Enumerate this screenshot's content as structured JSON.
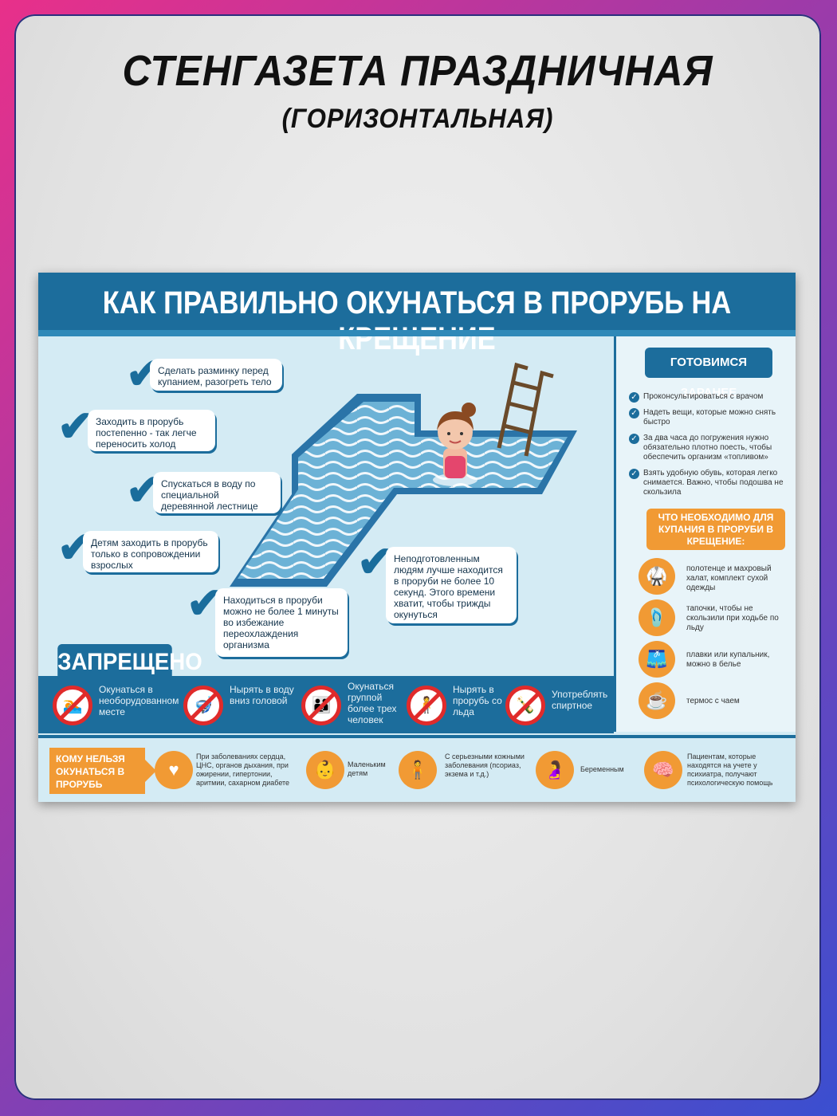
{
  "page": {
    "title": "СТЕНГАЗЕТА ПРАЗДНИЧНАЯ",
    "subtitle": "(ГОРИЗОНТАЛЬНАЯ)"
  },
  "poster": {
    "title": "КАК ПРАВИЛЬНО ОКУНАТЬСЯ В ПРОРУБЬ НА КРЕЩЕНИЕ",
    "steps": [
      {
        "text": "Сделать разминку перед купанием, разогреть тело"
      },
      {
        "text": "Заходить в прорубь постепенно - так легче переносить холод"
      },
      {
        "text": "Спускаться в воду по специальной деревянной лестнице"
      },
      {
        "text": "Детям заходить в прорубь только в сопровождении взрослых"
      },
      {
        "text": "Находиться в проруби можно не более 1 минуты во избежание переохлаждения организма"
      },
      {
        "text": "Неподготовленным людям лучше находится в проруби не более 10 секунд. Этого времени хватит, чтобы трижды окунуться"
      }
    ],
    "prepare": {
      "title": "ГОТОВИМСЯ ЗАРАНЕЕ",
      "items": [
        "Проконсультироваться с врачом",
        "Надеть вещи, которые можно снять быстро",
        "За два часа до погружения нужно обязательно плотно поесть, чтобы обеспечить организм «топливом»",
        "Взять удобную обувь, которая легко снимается. Важно, чтобы подошва не скользила"
      ]
    },
    "need": {
      "title": "ЧТО НЕОБХОДИМО ДЛЯ КУПАНИЯ В ПРОРУБИ В КРЕЩЕНИЕ:",
      "items": [
        {
          "icon": "robe-icon",
          "text": "полотенце и махровый халат, комплект сухой одежды"
        },
        {
          "icon": "slippers-icon",
          "text": "тапочки, чтобы не скользили при ходьбе по льду"
        },
        {
          "icon": "swim-shorts-icon",
          "text": "плавки или купальник, можно в белье"
        },
        {
          "icon": "thermos-icon",
          "text": "термос с чаем"
        }
      ]
    },
    "forbidden": {
      "title": "ЗАПРЕЩЕНО",
      "items": [
        {
          "icon": "no-swimming-icon",
          "text": "Окунаться в необорудованном месте"
        },
        {
          "icon": "no-diving-icon",
          "text": "Нырять в воду вниз головой"
        },
        {
          "icon": "no-groups-icon",
          "text": "Окунаться группой более трех человек"
        },
        {
          "icon": "no-ice-jump-icon",
          "text": "Нырять в прорубь со льда"
        },
        {
          "icon": "no-alcohol-icon",
          "text": "Употреблять спиртное"
        }
      ]
    },
    "who_not": {
      "title": "КОМУ НЕЛЬЗЯ ОКУНАТЬСЯ В ПРОРУБЬ",
      "items": [
        {
          "icon": "heart-pulse-icon",
          "text": "При заболеваниях сердца, ЦНС, органов дыхания, при ожирении, гипертонии, аритмии, сахарном диабете"
        },
        {
          "icon": "baby-icon",
          "text": "Маленьким детям"
        },
        {
          "icon": "skin-disease-icon",
          "text": "С серьезными кожными заболевания (псориаз, экзема и т.д.)"
        },
        {
          "icon": "pregnancy-icon",
          "text": "Беременным"
        },
        {
          "icon": "brain-icon",
          "text": "Пациентам, которые находятся на учете у психиатра, получают психологическую помощь"
        }
      ]
    }
  },
  "colors": {
    "primary_blue": "#1c6d9c",
    "accent_orange": "#f19a34",
    "ban_red": "#e02b2b"
  }
}
